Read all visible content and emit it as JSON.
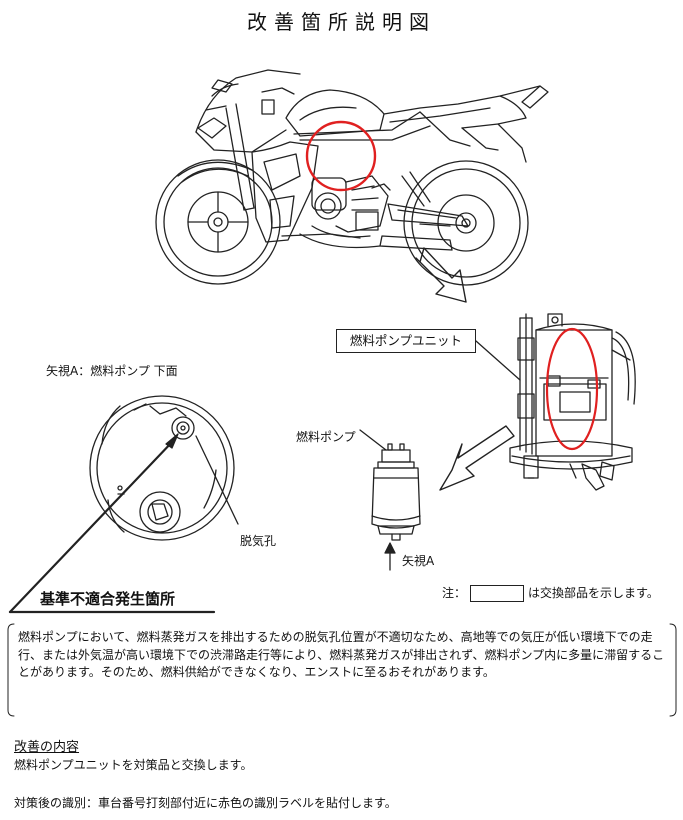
{
  "title": "改善箇所説明図",
  "labels": {
    "fuel_pump_unit": "燃料ポンプユニット",
    "view_a_title": "矢視A：燃料ポンプ 下面",
    "vent_hole": "脱気孔",
    "fuel_pump": "燃料ポンプ",
    "view_a_arrow": "矢視A"
  },
  "defect_heading": "基準不適合発生箇所",
  "note": {
    "prefix": "注：",
    "suffix": "は交換部品を示します。"
  },
  "description": "燃料ポンプにおいて、燃料蒸発ガスを排出するための脱気孔位置が不適切なため、高地等での気圧が低い環境下での走行、または外気温が高い環境下での渋滞路走行等により、燃料蒸発ガスが排出されず、燃料ポンプ内に多量に滞留することがあります。そのため、燃料供給ができなくなり、エンストに至るおそれがあります。",
  "improvement": {
    "heading": "改善の内容",
    "body": "燃料ポンプユニットを対策品と交換します。",
    "identification": "対策後の識別：車台番号打刻部付近に赤色の識別ラベルを貼付します。"
  },
  "colors": {
    "highlight": "#e02020",
    "line": "#222222"
  }
}
